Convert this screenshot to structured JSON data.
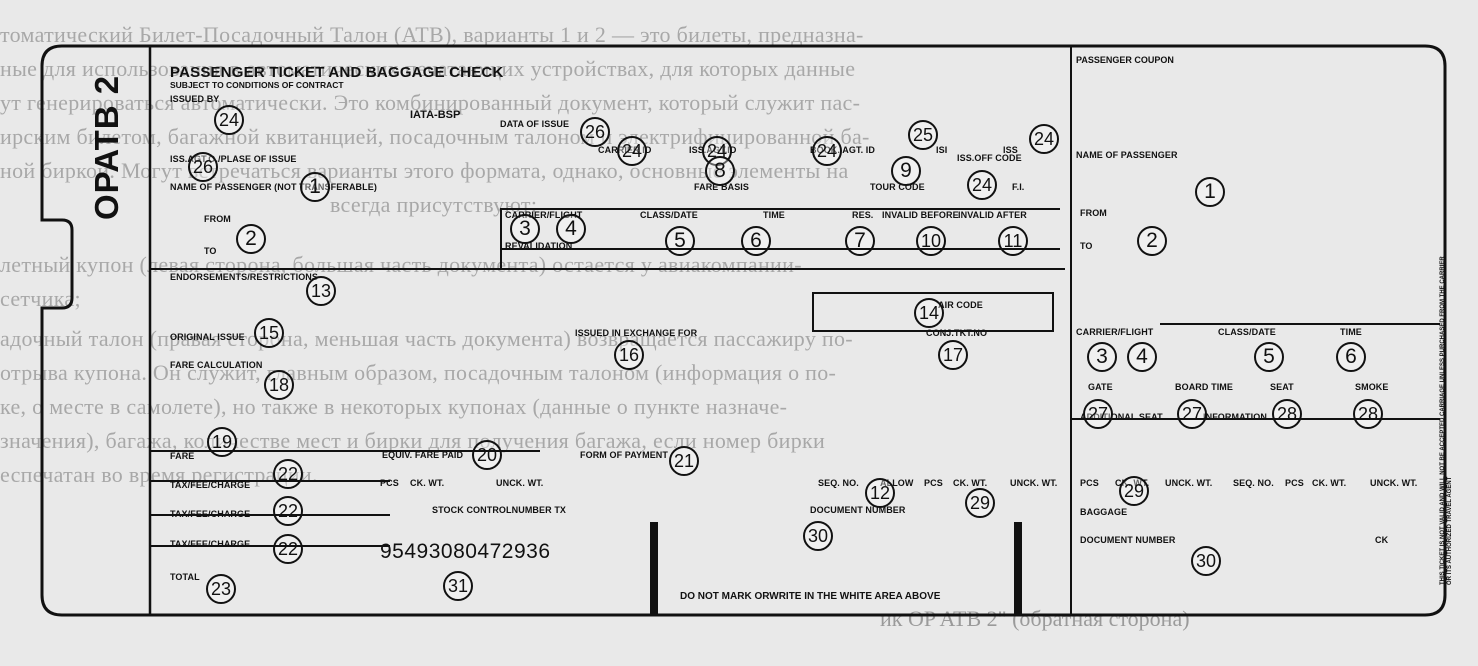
{
  "background_text": [
    "томатический Билет-Посадочный Талон (ATB), варианты 1 и 2 — это билеты, предназна-",
    "ные для использования в автоматических печатающих устройствах, для которых данные",
    "ут генерироваться автоматически. Это комбинированный документ, который служит пас-",
    "ирским билетом, багажной квитанцией, посадочным талоном и электрифицированной ба-",
    "ной биркой. Могут встречаться варианты этого формата, однако, основные элементы на",
    "всегда присутствуют:",
    "летный купон (левая сторона, большая часть документа) остается у авиакомпании-",
    "сетчика;",
    "адочный талон (правая сторона, меньшая часть документа) возвращается пассажиру по-",
    "отрыва купона. Он служит, главным образом, посадочным талоном (информация о по-",
    "ке, о месте в самолете), но также в некоторых купонах (данные о пункте назначе-",
    "значения), багажа, количестве мест и бирки для получения багажа, если номер бирки",
    "еспечатан во время регистрации."
  ],
  "background_caption": "ик OP ATB 2\" (обратная сторона)",
  "ticket": {
    "side_label": "OPATB 2",
    "title": "PASSENGER TICKET AND BAGGAGE CHECK",
    "subtitle": "SUBJECT TO CONDITIONS OF CONTRACT",
    "iata": "IATA-BSP",
    "stock_number": "95493080472936",
    "warning": "DO NOT MARK ORWRITE IN THE WHITE AREA ABOVE",
    "vertical_note_1": "THIS TICKET IS NOT VALID AND WILL NOT BE ACCEPTED CARRIAGE UNLESS PURCHASED FROM THE CARRIER",
    "vertical_note_2": "OR ITS AUTHORIZED TRAVEL AGENT",
    "labels": {
      "issued_by": "ISSUED BY",
      "iss_agt_place": "ISS.AGT.O./PLASE OF ISSUE",
      "name_not_transferable": "NAME OF PASSENGER (NOT TRANSFERABLE)",
      "from": "FROM",
      "to": "TO",
      "endorsements": "ENDORSEMENTS/RESTRICTIONS",
      "original_issue": "ORIGINAL ISSUE",
      "fare_calculation": "FARE CALCULATION",
      "fare": "FARE",
      "tax1": "TAX/FEE/CHARGE",
      "tax2": "TAX/FEE/CHARGE",
      "tax3": "TAX/FEE/CHARGE",
      "total": "TOTAL",
      "date_of_issue": "DATA OF ISSUE",
      "carrier_id": "CARRIER ID",
      "iss_agt_id": "ISS.AGT.ID",
      "book_agt_id": "BOOK. AGT. ID",
      "isi": "ISI",
      "iss": "ISS",
      "iss_off_code": "ISS.OFF CODE",
      "fare_basis": "FARE BASIS",
      "tour_code": "TOUR CODE",
      "fi": "F.I.",
      "carrier_flight": "CARRIER/FLIGHT",
      "class_date": "CLASS/DATE",
      "time": "TIME",
      "res": "RES.",
      "invalid_before": "INVALID BEFORE",
      "invalid_after": "INVALID AFTER",
      "revalidation": "REVALIDATION",
      "air_code": "AIR CODE",
      "issued_in_exchange": "ISSUED IN EXCHANGE FOR",
      "conj_tkt_no": "CONJ.TKT.NO",
      "equiv_fare": "EQUIV. FARE PAID",
      "form_of_payment": "FORM OF PAYMENT",
      "pcs": "PCS",
      "ck_wt": "CK. WT.",
      "unck_wt": "UNCK. WT.",
      "stock_control": "STOCK CONTROLNUMBER TX",
      "seq_no": "SEQ. NO.",
      "allow": "ALLOW",
      "pcs2": "PCS",
      "ck_wt2": "CK. WT.",
      "unck_wt2": "UNCK. WT.",
      "document_number": "DOCUMENT NUMBER",
      "passenger_coupon": "PASSENGER COUPON",
      "r_name": "NAME OF PASSENGER",
      "r_from": "FROM",
      "r_to": "TO",
      "r_carrier_flight": "CARRIER/FLIGHT",
      "r_class_date": "CLASS/DATE",
      "r_time": "TIME",
      "r_gate": "GATE",
      "r_board_time": "BOARD TIME",
      "r_seat": "SEAT",
      "r_smoke": "SMOKE",
      "r_additional_seat": "ADDITIONAL SEAT",
      "r_information": "INFORMATION",
      "r_pcs": "PCS",
      "r_ck_wt": "CK. WT.",
      "r_unck_wt": "UNCK. WT.",
      "r_seq_no": "SEQ. NO.",
      "r_pcs2": "PCS",
      "r_ck_wt2": "CK. WT.",
      "r_unck_wt2": "UNCK. WT.",
      "r_baggage": "BAGGAGE",
      "r_document_number": "DOCUMENT NUMBER",
      "r_ck": "CK"
    },
    "markers": {
      "m_issued_by": "24",
      "m_iss_place": "26",
      "m_name": "1",
      "m_to": "2",
      "m_endorse": "13",
      "m_orig_issue": "15",
      "m_fare_calc": "18",
      "m_fare": "19",
      "m_tax1": "22",
      "m_tax2": "22",
      "m_tax3": "22",
      "m_total": "23",
      "m_date_issue": "26",
      "m_carrier_id": "24",
      "m_iss_agt_id": "24",
      "m_book_agt_id": "24",
      "m_isi": "25",
      "m_iss": "24",
      "m_iss_off": "24",
      "m_fare_basis": "8",
      "m_tour": "9",
      "m_carrier": "3",
      "m_flight": "4",
      "m_class": "5",
      "m_time": "6",
      "m_res": "7",
      "m_inv_before": "10",
      "m_inv_after": "11",
      "m_air_code": "14",
      "m_exchange": "16",
      "m_conj": "17",
      "m_equiv": "20",
      "m_form_pay": "21",
      "m_allow": "12",
      "m_ckwt": "29",
      "m_doc": "30",
      "m_stock": "31",
      "r_name": "1",
      "r_to": "2",
      "r_carrier": "3",
      "r_flight": "4",
      "r_class": "5",
      "r_time": "6",
      "r_gate": "27",
      "r_board": "27",
      "r_seat": "28",
      "r_smoke": "28",
      "r_ckwt": "29",
      "r_doc": "30"
    }
  }
}
